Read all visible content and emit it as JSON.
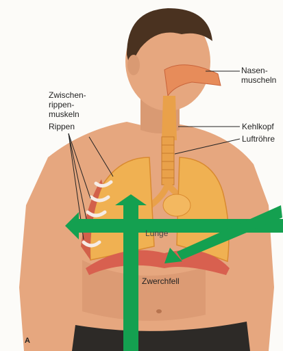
{
  "labels": {
    "nasenmuscheln": "Nasen-\nmuscheln",
    "zwischenrippenmuskeln": "Zwischen-\nrippen-\nmuskeln",
    "rippen": "Rippen",
    "kehlkopf": "Kehlkopf",
    "luftroehre": "Luftröhre",
    "lunge": "Lunge",
    "zwerchfell": "Zwerchfell"
  },
  "panel_letter": "A",
  "colors": {
    "skin": "#e6a77f",
    "skin_shadow": "#c98661",
    "hair": "#4a3220",
    "lung": "#f0b152",
    "lung_edge": "#d98a2f",
    "muscle": "#d2604a",
    "rib": "#f6ece6",
    "diaphragm": "#d8604f",
    "airway": "#e9a14a",
    "pants": "#2d2a27",
    "arrow": "#14a050"
  }
}
